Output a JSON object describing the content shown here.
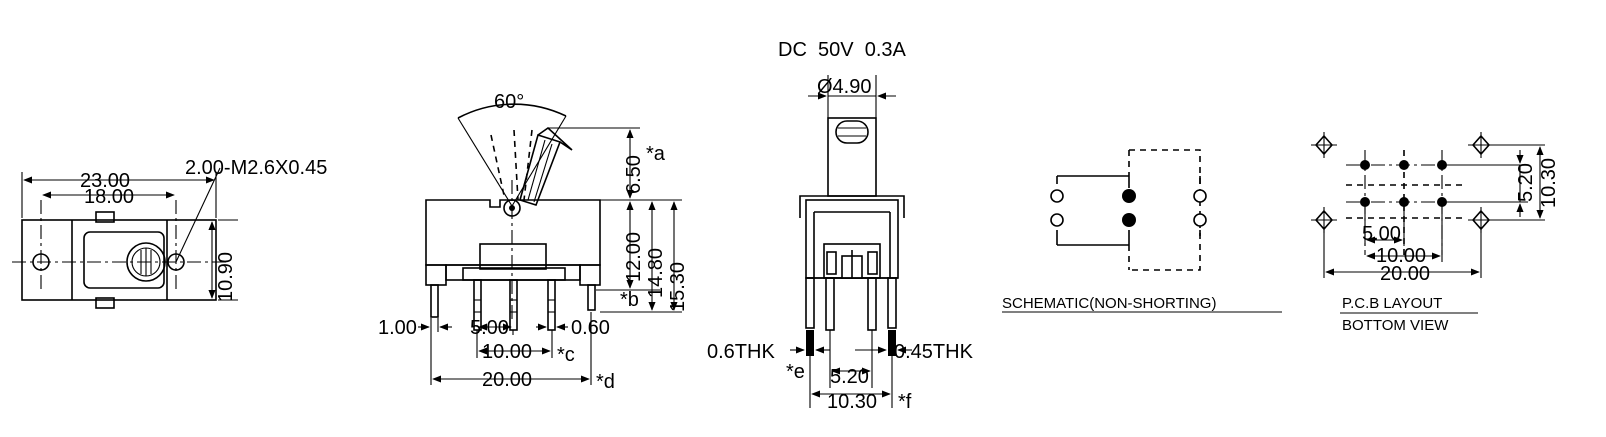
{
  "rating": "DC  50V  0.3A",
  "front_view": {
    "overall_width": "23.00",
    "mount_hole_pitch": "18.00",
    "screw_callout": "2.00-M2.6X0.45",
    "height": "10.90"
  },
  "side_view": {
    "angle": "60°",
    "dim_a": "6.50",
    "note_a": "*a",
    "dim_12": "12.00",
    "dim_14": "14.80",
    "dim_15": "15.30",
    "note_b": "*b",
    "pin_width_left": "1.00",
    "pin_pitch": "5.00",
    "pin_width_right": "0.60",
    "pin_span": "10.00",
    "note_c": "*c",
    "body_length": "20.00",
    "note_d": "*d"
  },
  "end_view": {
    "lever_diameter": "Ø4.90",
    "terminal_thk_left": "0.6THK",
    "terminal_thk_right": "0.45THK",
    "note_e": "*e",
    "terminal_pitch": "5.20",
    "terminal_span": "10.30",
    "note_f": "*f"
  },
  "schematic": {
    "caption": "SCHEMATIC(NON-SHORTING)"
  },
  "pcb_layout": {
    "caption_top": "P.C.B LAYOUT",
    "caption_bottom": "BOTTOM VIEW",
    "pitch_x": "5.00",
    "span_x": "10.00",
    "total_x": "20.00",
    "pitch_y": "5.20",
    "total_y": "10.30"
  }
}
